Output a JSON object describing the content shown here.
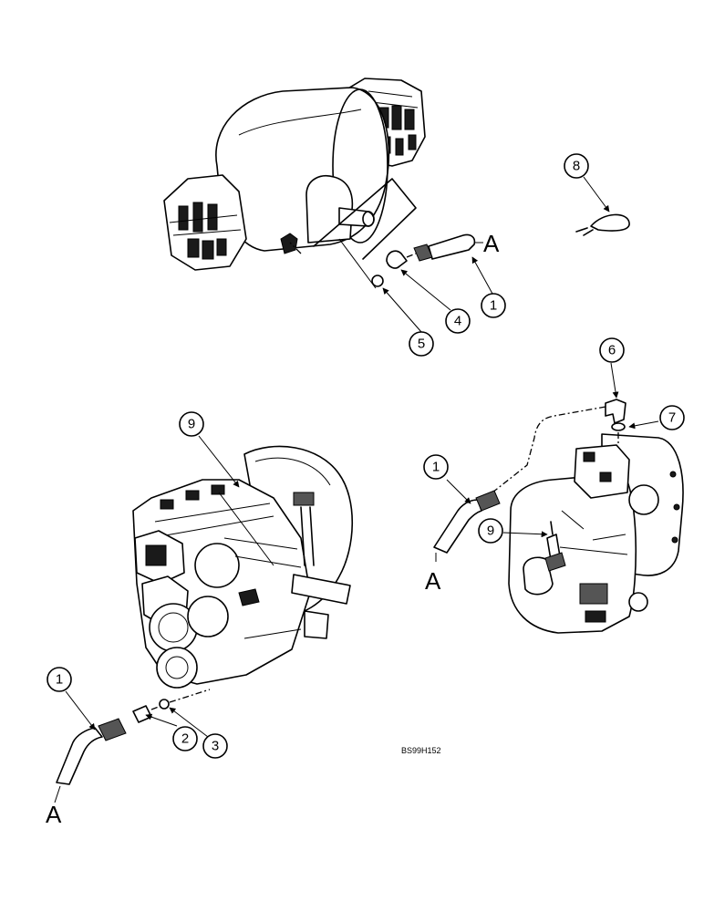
{
  "callouts": {
    "c1_top": "1",
    "c4": "4",
    "c5": "5",
    "c8": "8",
    "c6": "6",
    "c7": "7",
    "c1_right": "1",
    "c9_right": "9",
    "c9_left": "9",
    "c1_left": "1",
    "c2": "2",
    "c3": "3"
  },
  "connection_labels": {
    "a_top": "A",
    "a_right": "A",
    "a_left": "A"
  },
  "drawing_code": "BS99H152"
}
